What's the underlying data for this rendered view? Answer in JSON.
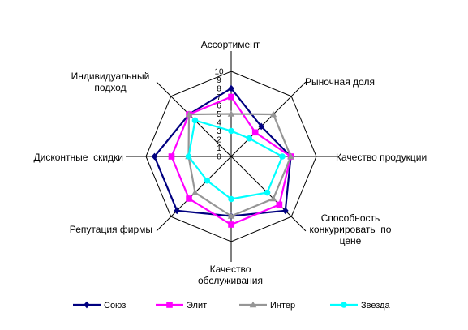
{
  "chart_data": {
    "type": "radar",
    "title": "",
    "axes": [
      {
        "lines": [
          "Ассортимент"
        ]
      },
      {
        "lines": [
          "Рыночная доля"
        ]
      },
      {
        "lines": [
          "Качество продукции"
        ]
      },
      {
        "lines": [
          "Способность",
          "конкурировать  по",
          "цене"
        ]
      },
      {
        "lines": [
          "Качество",
          "обслуживания"
        ]
      },
      {
        "lines": [
          "Репутация фирмы"
        ]
      },
      {
        "lines": [
          "Дисконтные  скидки"
        ]
      },
      {
        "lines": [
          "Индивидуальный",
          "подход"
        ]
      }
    ],
    "rlim": [
      0,
      10
    ],
    "ticks": [
      "0",
      "1",
      "2",
      "3",
      "4",
      "5",
      "6",
      "7",
      "8",
      "9",
      "10"
    ],
    "gridlines": "outer",
    "legend_position": "bottom",
    "series": [
      {
        "name": "Союз",
        "color": "#000080",
        "marker": "diamond",
        "values": [
          8,
          5,
          7,
          9,
          7,
          9,
          9,
          7
        ]
      },
      {
        "name": "Элит",
        "color": "#ff00ff",
        "marker": "square",
        "values": [
          7,
          4,
          7,
          8,
          8,
          7,
          7,
          7
        ]
      },
      {
        "name": "Интер",
        "color": "#969696",
        "marker": "triangle",
        "values": [
          5,
          7,
          7,
          7,
          7,
          6,
          5,
          7
        ]
      },
      {
        "name": "Звезда",
        "color": "#00ffff",
        "marker": "circle",
        "values": [
          3,
          3,
          6,
          6,
          5,
          4,
          5,
          6
        ]
      }
    ]
  }
}
